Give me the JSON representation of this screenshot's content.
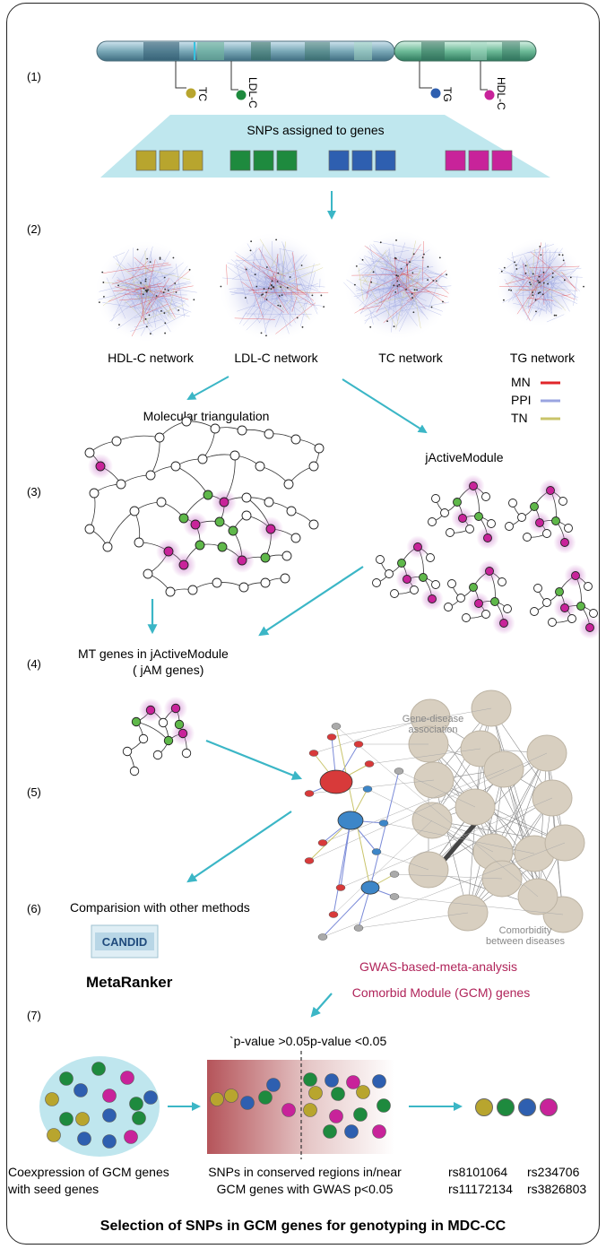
{
  "steps": [
    "(1)",
    "(2)",
    "(3)",
    "(4)",
    "(5)",
    "(6)",
    "(7)"
  ],
  "chromosome": {
    "snp_labels": [
      "TC",
      "LDL-C",
      "TG",
      "HDL-C"
    ],
    "snp_colors": [
      "#b8a52e",
      "#1e8a3e",
      "#2e5fb0",
      "#c8239a"
    ]
  },
  "snp_box": {
    "title": "SNPs assigned to genes"
  },
  "networks": {
    "labels": [
      "HDL-C network",
      "LDL-C network",
      "TC network",
      "TG network"
    ],
    "legend": [
      {
        "label": "MN",
        "color": "#e0262a"
      },
      {
        "label": "PPI",
        "color": "#9aa4e0"
      },
      {
        "label": "TN",
        "color": "#c9c46a"
      }
    ]
  },
  "step3": {
    "molecular_triangulation": "Molecular triangulation",
    "jactivemodule": "jActiveModule"
  },
  "step4": {
    "line1": "MT genes in jActiveModule",
    "line2": "( jAM genes)"
  },
  "step5": {
    "gene_disease": "Gene-disease\nassociation",
    "comorbidity": "Comorbidity\nbetween diseases"
  },
  "step6": {
    "comparison": "Comparision with other methods",
    "candid": "CANDID",
    "metaranker": "MetaRanker",
    "gwas_meta": "GWAS-based-meta-analysis",
    "gcm_genes": "Comorbid Module (GCM) genes"
  },
  "step7": {
    "p_high": "`p-value >0.05",
    "p_low": "p-value <0.05",
    "coexpression_line1": "Coexpression of GCM genes",
    "coexpression_line2": "with seed genes",
    "snps_line1": "SNPs in conserved regions in/near",
    "snps_line2": "GCM genes with GWAS p<0.05",
    "rs": [
      "rs8101064",
      "rs234706",
      "rs11172134",
      "rs3826803"
    ]
  },
  "footer": "Selection of SNPs in GCM genes for genotyping in MDC-CC",
  "colors": {
    "olive": "#b8a52e",
    "green": "#1e8a3e",
    "blue": "#2e5fb0",
    "magenta": "#c8239a",
    "arrow": "#3bb6c6",
    "maroon": "#b0245a"
  }
}
